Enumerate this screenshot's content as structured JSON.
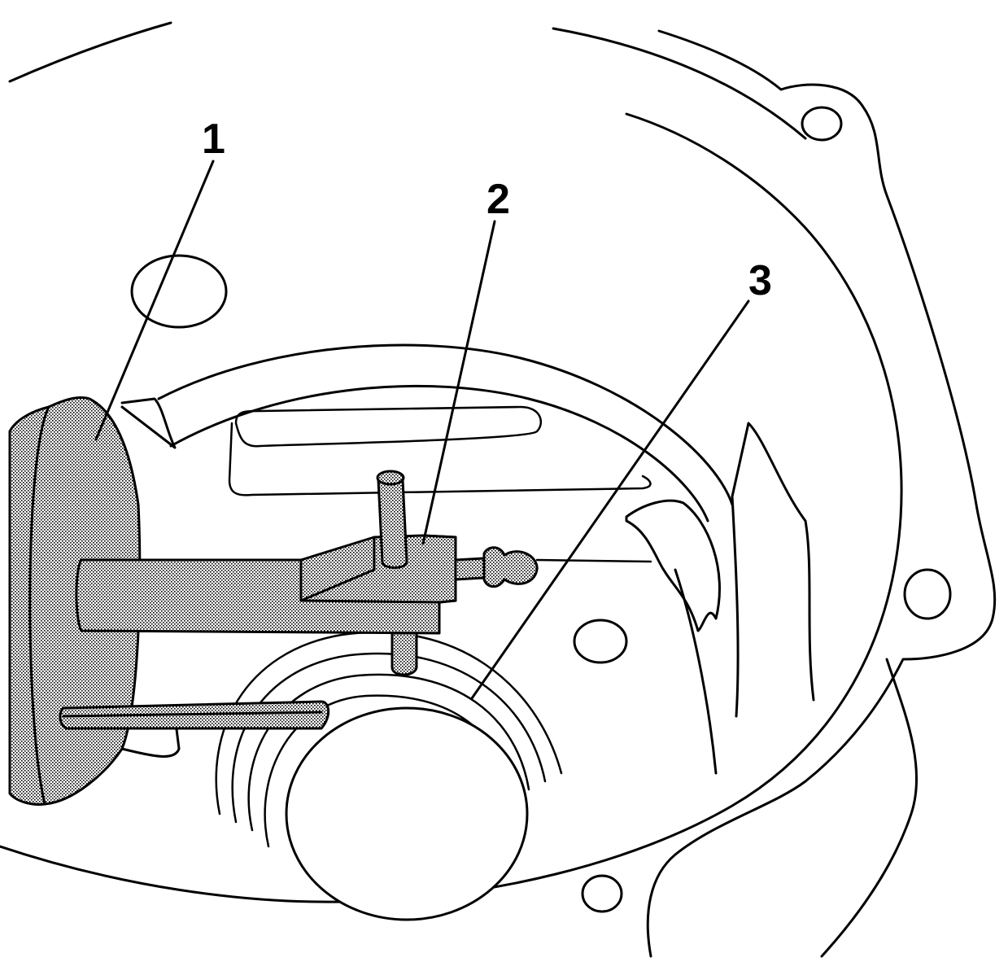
{
  "callouts": [
    {
      "id": "1",
      "label": "1"
    },
    {
      "id": "2",
      "label": "2"
    },
    {
      "id": "3",
      "label": "3"
    }
  ],
  "colors": {
    "stroke": "#000000",
    "background": "#ffffff",
    "stipple": "#000000"
  }
}
